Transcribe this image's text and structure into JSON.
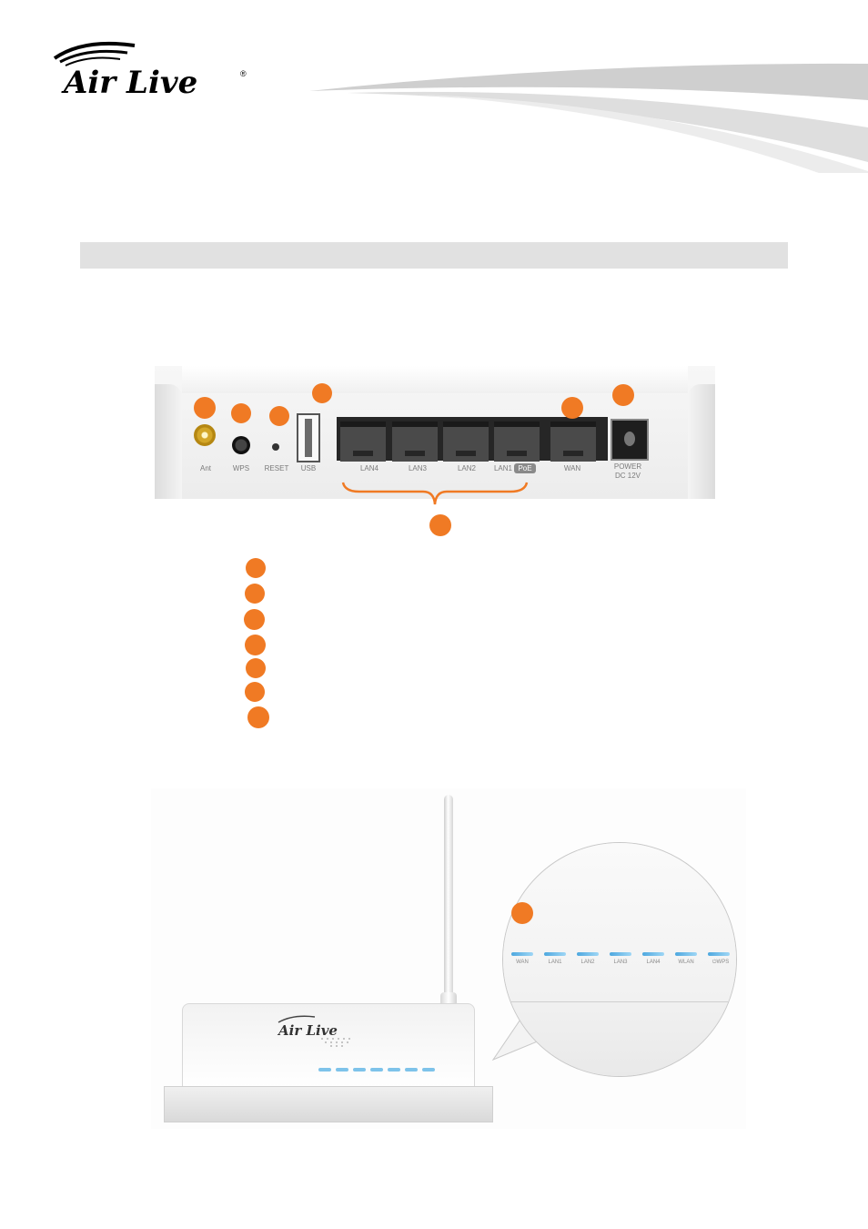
{
  "header": {
    "logo_text": "Air Live",
    "logo_registered": "®"
  },
  "rear_panel": {
    "ports": [
      {
        "label": "Ant"
      },
      {
        "label": "WPS"
      },
      {
        "label": "RESET"
      },
      {
        "label": "USB"
      },
      {
        "label": "LAN4"
      },
      {
        "label": "LAN3"
      },
      {
        "label": "LAN2"
      },
      {
        "label": "LAN1"
      },
      {
        "label": "WAN"
      },
      {
        "label": "POWER"
      }
    ],
    "poe_badge": "PoE",
    "power_sub": "DC 12V"
  },
  "front_panel": {
    "router_logo": "Air Live",
    "led_labels": [
      "WAN",
      "LAN1",
      "LAN2",
      "LAN3",
      "LAN4",
      "WLAN",
      "WPS"
    ]
  },
  "colors": {
    "marker": "#f07a24",
    "led": "#4da8df",
    "section_bar": "#e1e1e1"
  }
}
